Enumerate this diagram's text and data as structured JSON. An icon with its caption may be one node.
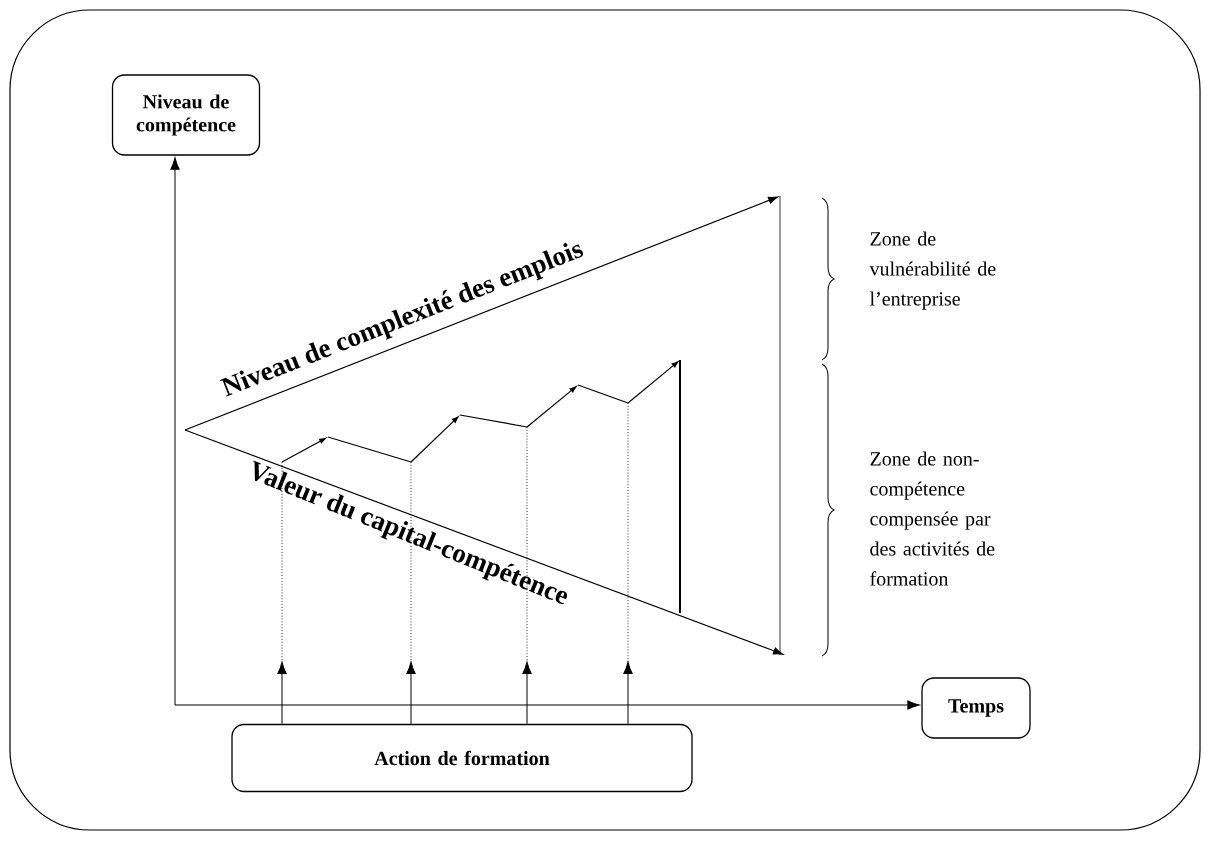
{
  "diagram": {
    "nodes": [
      {
        "text": [
          "Niveau de compétence"
        ]
      },
      {
        "text": [
          "Temps"
        ]
      },
      {
        "text": [
          "Action de formation"
        ]
      }
    ],
    "edges": [
      {
        "from": null,
        "to": 0,
        "arrow": "to"
      },
      {
        "from": null,
        "to": 1,
        "arrow": "to"
      },
      {
        "from": 2,
        "to": null,
        "arrow": "to"
      },
      {
        "from": 2,
        "to": null,
        "arrow": "to"
      },
      {
        "from": 2,
        "to": null,
        "arrow": "to"
      },
      {
        "from": 2,
        "to": null,
        "arrow": "to"
      }
    ],
    "labels": [
      "Niveau de complexité des emplois",
      "Valeur du capital-compétence",
      "Zone de vulnérabilité de l’entreprise",
      "Zone de non-compétence compensée par des activités de formation"
    ]
  }
}
